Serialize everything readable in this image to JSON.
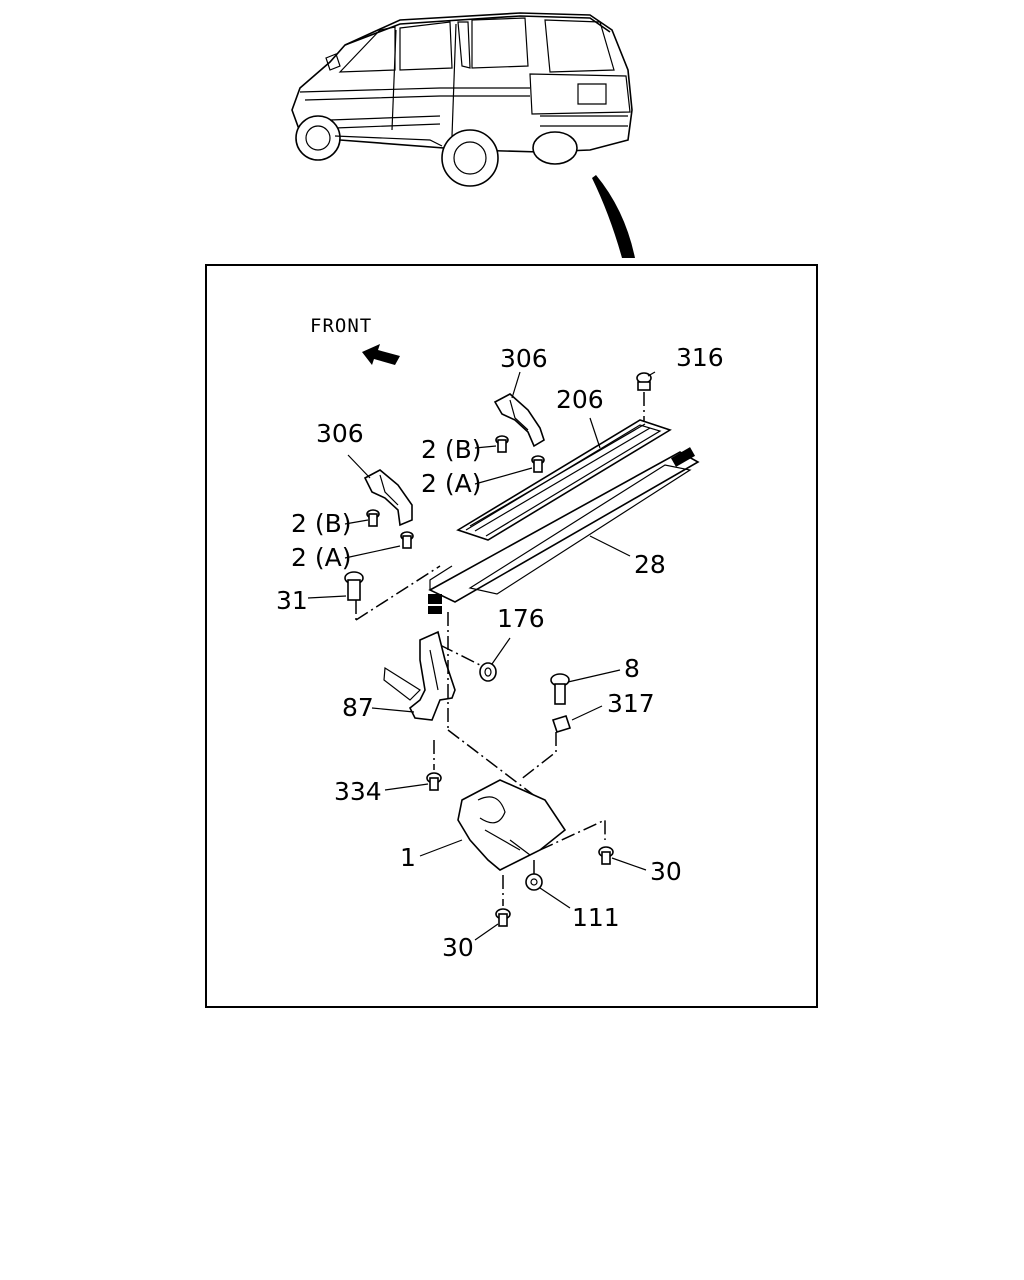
{
  "direction_label": "FRONT",
  "callouts": {
    "c1": "1",
    "c2a_left": "2 (A)",
    "c2b_left": "2 (B)",
    "c2a_right": "2 (A)",
    "c2b_right": "2 (B)",
    "c8": "8",
    "c28": "28",
    "c30_right": "30",
    "c30_bottom": "30",
    "c31": "31",
    "c87": "87",
    "c111": "111",
    "c176": "176",
    "c206": "206",
    "c306_left": "306",
    "c306_right": "306",
    "c316": "316",
    "c317": "317",
    "c334": "334"
  }
}
